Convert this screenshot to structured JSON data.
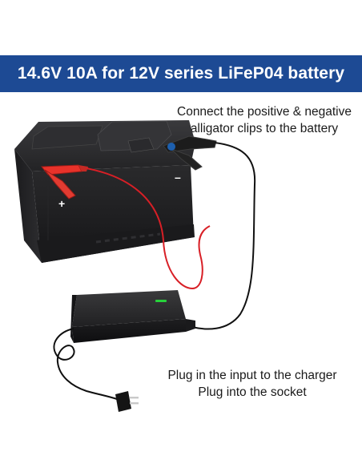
{
  "banner": {
    "title": "14.6V 10A for 12V series LiFeP04 battery",
    "color": "#1d4a94"
  },
  "instructions": {
    "connect": [
      "Connect the positive & negative",
      "alligator clips to the battery"
    ],
    "plug": [
      "Plug in the input to the charger",
      "Plug into the socket"
    ]
  },
  "battery": {
    "positive_symbol": "+",
    "negative_symbol": "–"
  },
  "colors": {
    "positive_clip": "#e8322a",
    "negative_clip": "#1c1c1c",
    "positive_wire": "#d81f26",
    "negative_wire": "#111111",
    "charger_led": "#27d13b"
  }
}
